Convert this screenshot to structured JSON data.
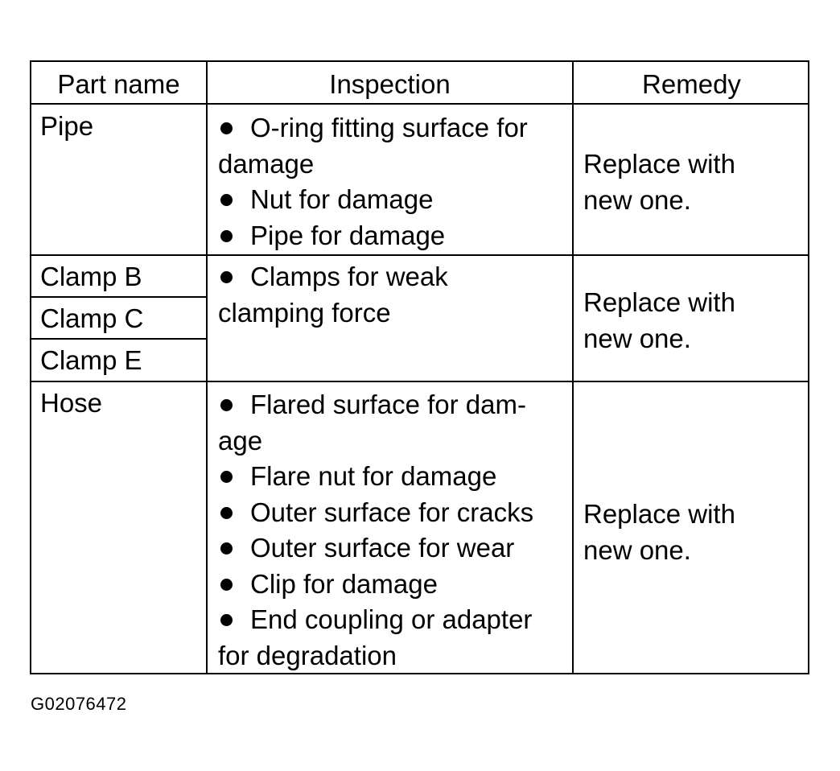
{
  "headers": {
    "part_name": "Part name",
    "inspection": "Inspection",
    "remedy": "Remedy"
  },
  "rows": [
    {
      "parts": [
        "Pipe"
      ],
      "inspection": [
        {
          "bullet": true,
          "text": "O-ring fitting surface for"
        },
        {
          "bullet": false,
          "text": "damage"
        },
        {
          "bullet": true,
          "text": "Nut for damage"
        },
        {
          "bullet": true,
          "text": "Pipe for damage"
        }
      ],
      "remedy": [
        "Replace with",
        "new one."
      ]
    },
    {
      "parts": [
        "Clamp B",
        "Clamp C",
        "Clamp E"
      ],
      "inspection": [
        {
          "bullet": true,
          "text": "Clamps for weak"
        },
        {
          "bullet": false,
          "text": "clamping force"
        }
      ],
      "remedy": [
        "Replace with",
        "new one."
      ]
    },
    {
      "parts": [
        "Hose"
      ],
      "inspection": [
        {
          "bullet": true,
          "text": "Flared surface for dam-"
        },
        {
          "bullet": false,
          "text": "age"
        },
        {
          "bullet": true,
          "text": "Flare nut for damage"
        },
        {
          "bullet": true,
          "text": "Outer surface for cracks"
        },
        {
          "bullet": true,
          "text": "Outer surface for wear"
        },
        {
          "bullet": true,
          "text": "Clip for damage"
        },
        {
          "bullet": true,
          "text": "End coupling or adapter"
        },
        {
          "bullet": false,
          "text": "for degradation"
        }
      ],
      "remedy": [
        "Replace with",
        "new one."
      ]
    }
  ],
  "figure_code": "G02076472"
}
